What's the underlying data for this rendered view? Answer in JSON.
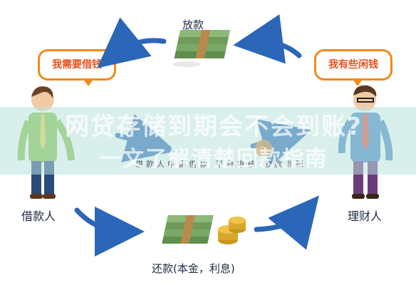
{
  "speech": {
    "borrower": "我需要借钱",
    "lender": "我有些闲钱"
  },
  "flow": {
    "top": "放款",
    "bottom": "还款(本金，利息)"
  },
  "roles": {
    "borrower": "借款人",
    "lender": "理财人"
  },
  "overlay": {
    "headline": "网贷存储到期会不会到账?",
    "subheadline": "一文了解清楚回款指南",
    "caption": "借款人申请借款 平台审核 放款到账"
  },
  "colors": {
    "bubble_border": "#f08a1c",
    "bubble_text": "#e8501c",
    "arrow": "#2b66b8",
    "money": "#6f9a5a",
    "band": "#b9e1dc"
  },
  "icons": [
    "money-stack-icon",
    "coins-icon",
    "arrow-icon",
    "person-icon"
  ]
}
